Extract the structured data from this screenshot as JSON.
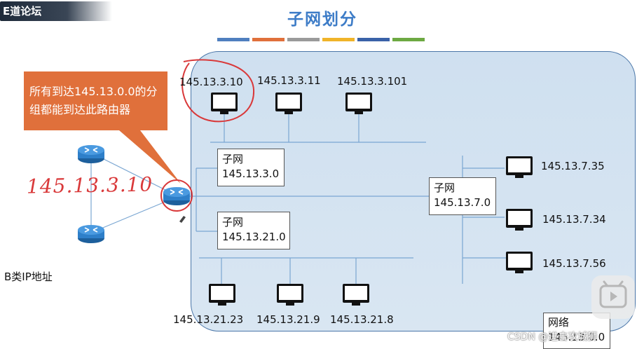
{
  "header": {
    "logo_text": "E道论坛",
    "title": "子网划分"
  },
  "color_bars": [
    "#4f7fbf",
    "#e0703b",
    "#9a9a9a",
    "#f0b429",
    "#3a62a8",
    "#6da942"
  ],
  "callout": {
    "text": "所有到达145.13.0.0的分组都能到达此路由器",
    "color": "#e0703b"
  },
  "handwritten_annotation": "145.13.3.10",
  "left_label": "B类IP地址",
  "top_hosts": [
    "145.13.3.10",
    "145.13.3.11",
    "145.13.3.101"
  ],
  "subnets": [
    {
      "label": "子网",
      "address": "145.13.3.0"
    },
    {
      "label": "子网",
      "address": "145.13.21.0"
    },
    {
      "label": "子网",
      "address": "145.13.7.0"
    }
  ],
  "right_hosts": [
    "145.13.7.35",
    "145.13.7.34",
    "145.13.7.56"
  ],
  "bottom_hosts": [
    "145.13.21.23",
    "145.13.21.9",
    "145.13.21.8"
  ],
  "network_box": {
    "label": "网络",
    "address": "145.13.0.0"
  },
  "watermark": "CSDN @进击攻城狮",
  "colors": {
    "region_border": "#4a76a8",
    "router_fill": "#2e7fc9",
    "annotation": "#d9393a"
  },
  "icons": [
    "router-icon",
    "computer-icon",
    "play-icon",
    "pencil-icon"
  ]
}
